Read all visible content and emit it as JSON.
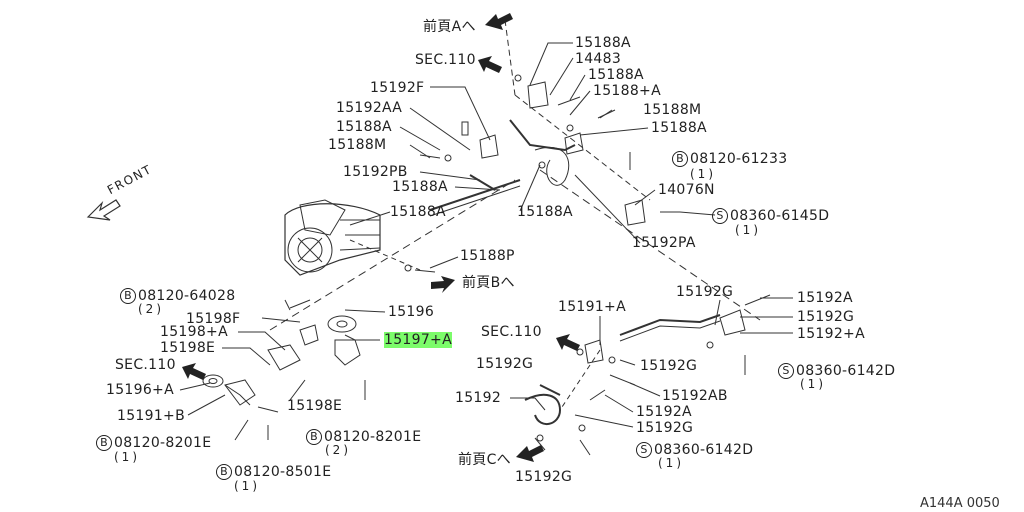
{
  "diagram": {
    "catalog_code": "A144A 0050",
    "front_label": "FRONT",
    "labels": {
      "ref_prev_a": "前頁Aへ",
      "sec110_top": "SEC.110",
      "p15188a_1": "15188A",
      "p14483": "14483",
      "p15188a_2": "15188A",
      "p15188plusa_top": "15188+A",
      "p15188m_right": "15188M",
      "p15188a_3": "15188A",
      "p15192f": "15192F",
      "p15192aa": "15192AA",
      "p15188a_left": "15188A",
      "p15188m_left": "15188M",
      "p15192pb": "15192PB",
      "p15188a_mid": "15188A",
      "p15188a_center": "15188A",
      "p15188a_under": "15188A",
      "p14076n": "14076N",
      "p15192pa": "15192PA",
      "p15188p": "15188P",
      "ref_prev_b": "前頁Bへ",
      "p15196": "15196",
      "p15197a": "15197+A",
      "p15198f": "15198F",
      "p15198plusa": "15198+A",
      "p15198e_top": "15198E",
      "sec110_left": "SEC.110",
      "p15196plusa": "15196+A",
      "p15191plusb": "15191+B",
      "p15198e_bottom": "15198E",
      "p15191plusa": "15191+A",
      "sec110_mid": "SEC.110",
      "p15192g_1": "15192G",
      "p15192g_2": "15192G",
      "p15192g_top": "15192G",
      "p15192a_top": "15192A",
      "p15192g_right": "15192G",
      "p15192plusa": "15192+A",
      "p15192": "15192",
      "p15192ab": "15192AB",
      "p15192a_mid": "15192A",
      "p15192g_3": "15192G",
      "ref_prev_c": "前頁Cへ",
      "p15192g_bottom": "15192G"
    },
    "prefixed_parts": {
      "b_61233": {
        "prefix": "B",
        "number": "08120-61233",
        "qty": "(1)"
      },
      "s_6145d": {
        "prefix": "S",
        "number": "08360-6145D",
        "qty": "(1)"
      },
      "b_64028": {
        "prefix": "B",
        "number": "08120-64028",
        "qty": "(2)"
      },
      "s_6142d_1": {
        "prefix": "S",
        "number": "08360-6142D",
        "qty": "(1)"
      },
      "b_8201e_1": {
        "prefix": "B",
        "number": "08120-8201E",
        "qty": "(1)"
      },
      "b_8201e_2": {
        "prefix": "B",
        "number": "08120-8201E",
        "qty": "(2)"
      },
      "b_8501e": {
        "prefix": "B",
        "number": "08120-8501E",
        "qty": "(1)"
      },
      "s_6142d_2": {
        "prefix": "S",
        "number": "08360-6142D",
        "qty": "(1)"
      }
    },
    "highlight_color": "#7CFC6A"
  }
}
